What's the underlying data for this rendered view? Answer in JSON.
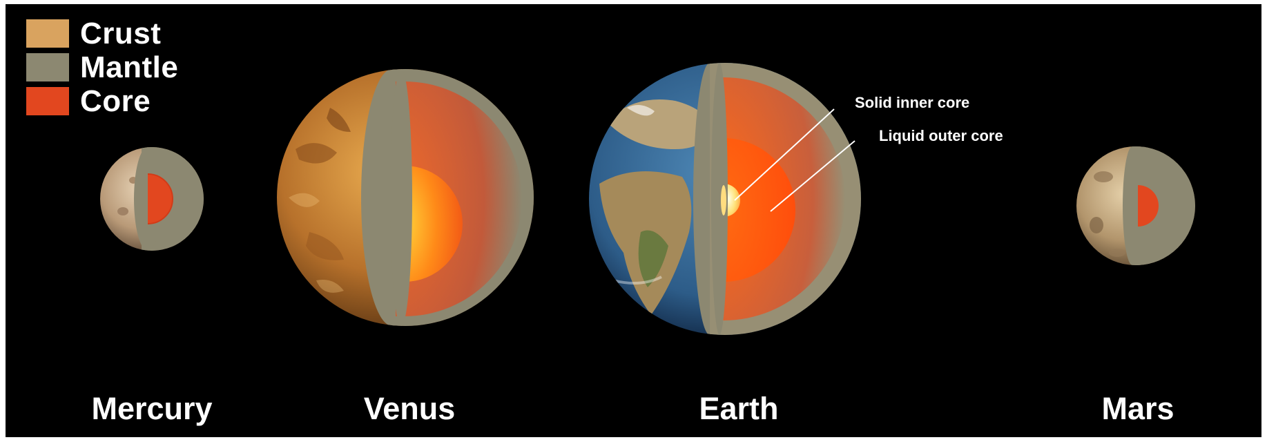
{
  "legend": {
    "items": [
      {
        "label": "Crust",
        "color": "#d9a35f"
      },
      {
        "label": "Mantle",
        "color": "#8c8871"
      },
      {
        "label": "Core",
        "color": "#e2471f"
      }
    ]
  },
  "planets": {
    "mercury": {
      "name": "Mercury"
    },
    "venus": {
      "name": "Venus"
    },
    "earth": {
      "name": "Earth"
    },
    "mars": {
      "name": "Mars"
    }
  },
  "callouts": {
    "inner_core": "Solid inner core",
    "outer_core": "Liquid outer core"
  },
  "colors": {
    "background": "#000000",
    "mantle": "#8c8871",
    "crust": "#d9a35f",
    "core": "#e2471f",
    "earth_outer_core": "#ff5a10",
    "earth_inner_core": "#fff4b0"
  }
}
